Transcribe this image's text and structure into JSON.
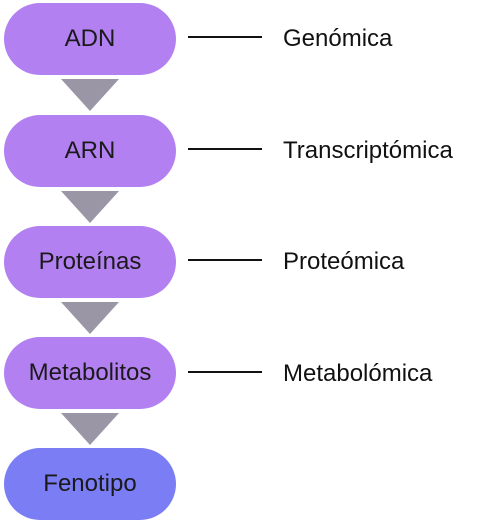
{
  "stages": [
    {
      "label": "ADN",
      "field": "Genómica"
    },
    {
      "label": "ARN",
      "field": "Transcriptómica"
    },
    {
      "label": "Proteínas",
      "field": "Proteómica"
    },
    {
      "label": "Metabolitos",
      "field": "Metabolómica"
    }
  ],
  "final_stage": {
    "label": "Fenotipo"
  },
  "colors": {
    "stage_fill": "#b380f2",
    "final_fill": "#7b7df5",
    "arrow_fill": "#9a96a6",
    "connector": "#111111"
  }
}
